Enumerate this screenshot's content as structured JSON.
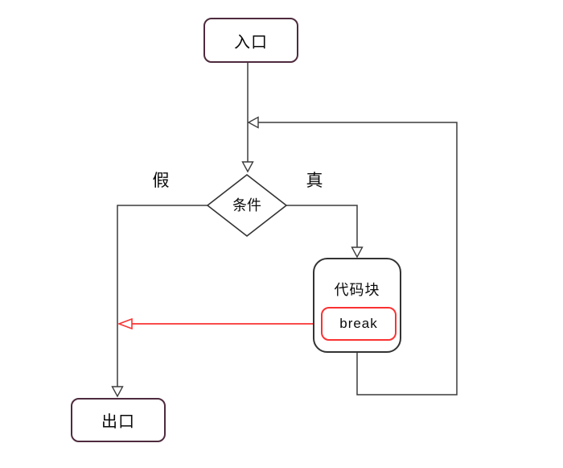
{
  "diagram": {
    "type": "flowchart",
    "language": "zh-CN",
    "nodes": {
      "entry": {
        "label": "入口",
        "shape": "rounded-rectangle"
      },
      "condition": {
        "label": "条件",
        "shape": "diamond"
      },
      "code_block": {
        "label": "代码块",
        "shape": "rounded-rectangle"
      },
      "break_stmt": {
        "label": "break",
        "shape": "rounded-rectangle"
      },
      "exit": {
        "label": "出口",
        "shape": "rounded-rectangle"
      }
    },
    "edge_labels": {
      "false_branch": {
        "label": "假"
      },
      "true_branch": {
        "label": "真"
      }
    },
    "edges": [
      {
        "from": "entry",
        "to": "condition",
        "style": "solid-black-open-arrow"
      },
      {
        "from": "condition",
        "to": "exit",
        "label": "假",
        "style": "solid-black-open-arrow"
      },
      {
        "from": "condition",
        "to": "code_block",
        "label": "真",
        "style": "solid-black-open-arrow"
      },
      {
        "from": "code_block",
        "to": "condition",
        "style": "loop-back-solid-black-open-arrow"
      },
      {
        "from": "break_stmt",
        "to": "exit-branch-line",
        "style": "solid-red-open-arrow"
      }
    ]
  },
  "colors": {
    "terminal_border": "#4e2b3e",
    "shape_border": "#333333",
    "connector": "#3c3c3c",
    "break_accent": "#fa3232",
    "background": "#ffffff",
    "text": "#0a0a0a"
  }
}
